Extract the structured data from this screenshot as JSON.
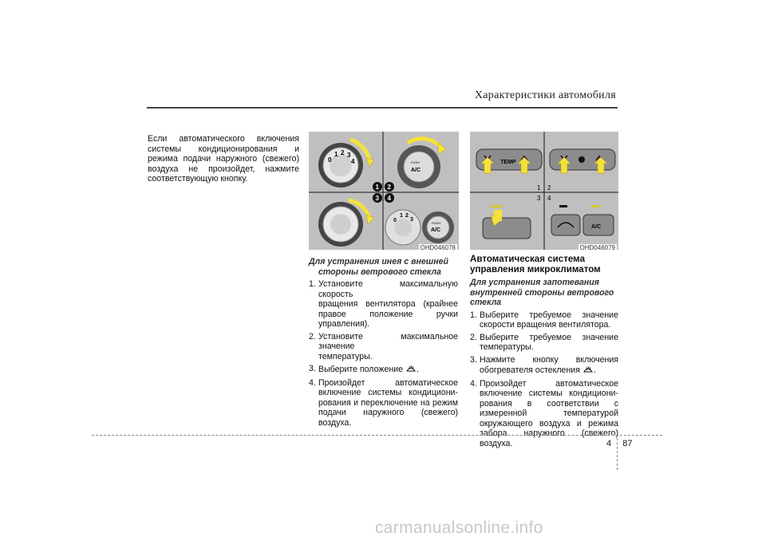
{
  "header": {
    "title": "Характеристики автомобиля"
  },
  "left_column": {
    "paragraph_lines": [
      "Если автоматического включения",
      "системы кондиционирования и",
      "режима подачи наружного (свежего)",
      "воздуха не произойдет, нажмите",
      "соответствующую кнопку."
    ]
  },
  "figure_left": {
    "code": "OHD046078",
    "markers": [
      "1",
      "2",
      "3",
      "4"
    ],
    "knob_numbers": [
      "0",
      "1",
      "2",
      "3",
      "4"
    ],
    "push_label": "PUSH",
    "ac_label": "A/C"
  },
  "figure_right": {
    "code": "OHD046079",
    "temp_label": "TEMP",
    "ac_label": "A/C",
    "quadrant_numbers": [
      "1",
      "2",
      "3",
      "4"
    ]
  },
  "middle_column": {
    "heading_lines": [
      "Для устранения инея с внешней",
      "стороны ветрового стекла"
    ],
    "steps": [
      {
        "num": "1.",
        "lines": [
          "Установите максимальную скорость",
          "вращения вентилятора (крайнее",
          "правое положение ручки",
          "управления)."
        ]
      },
      {
        "num": "2.",
        "lines": [
          "Установите максимальное значение",
          "температуры."
        ]
      },
      {
        "num": "3.",
        "lines": [
          "Выберите положение",
          "."
        ]
      },
      {
        "num": "4.",
        "lines": [
          "Произойдет автоматическое",
          "включение системы кондициони-",
          "рования и переключение на режим",
          "подачи наружного (свежего)",
          "воздуха."
        ]
      }
    ]
  },
  "right_column": {
    "title_lines": [
      "Автоматическая система",
      "управления микроклиматом"
    ],
    "subheading_lines": [
      "Для устранения запотевания",
      "внутренней стороны ветрового",
      "стекла"
    ],
    "steps": [
      {
        "num": "1.",
        "lines": [
          "Выберите требуемое значение",
          "скорости вращения вентилятора."
        ]
      },
      {
        "num": "2.",
        "lines": [
          "Выберите требуемое значение",
          "температуры."
        ]
      },
      {
        "num": "3.",
        "lines": [
          "Нажмите кнопку включения",
          "обогревателя остекления",
          "."
        ]
      },
      {
        "num": "4.",
        "lines": [
          "Произойдет автоматическое",
          "включение системы кондициони-",
          "рования в соответствии с",
          "измеренной температурой",
          "окружающего воздуха и режима",
          "забора наружного (свежего)",
          "воздуха."
        ]
      }
    ]
  },
  "footer": {
    "chapter": "4",
    "page": "87"
  },
  "watermark": "carmanualsonline.info",
  "colors": {
    "figure_bg": "#bfbfbf",
    "knob": "#5a5a5a",
    "arrow_yellow": "#f4e23a",
    "rule": "#444444"
  }
}
